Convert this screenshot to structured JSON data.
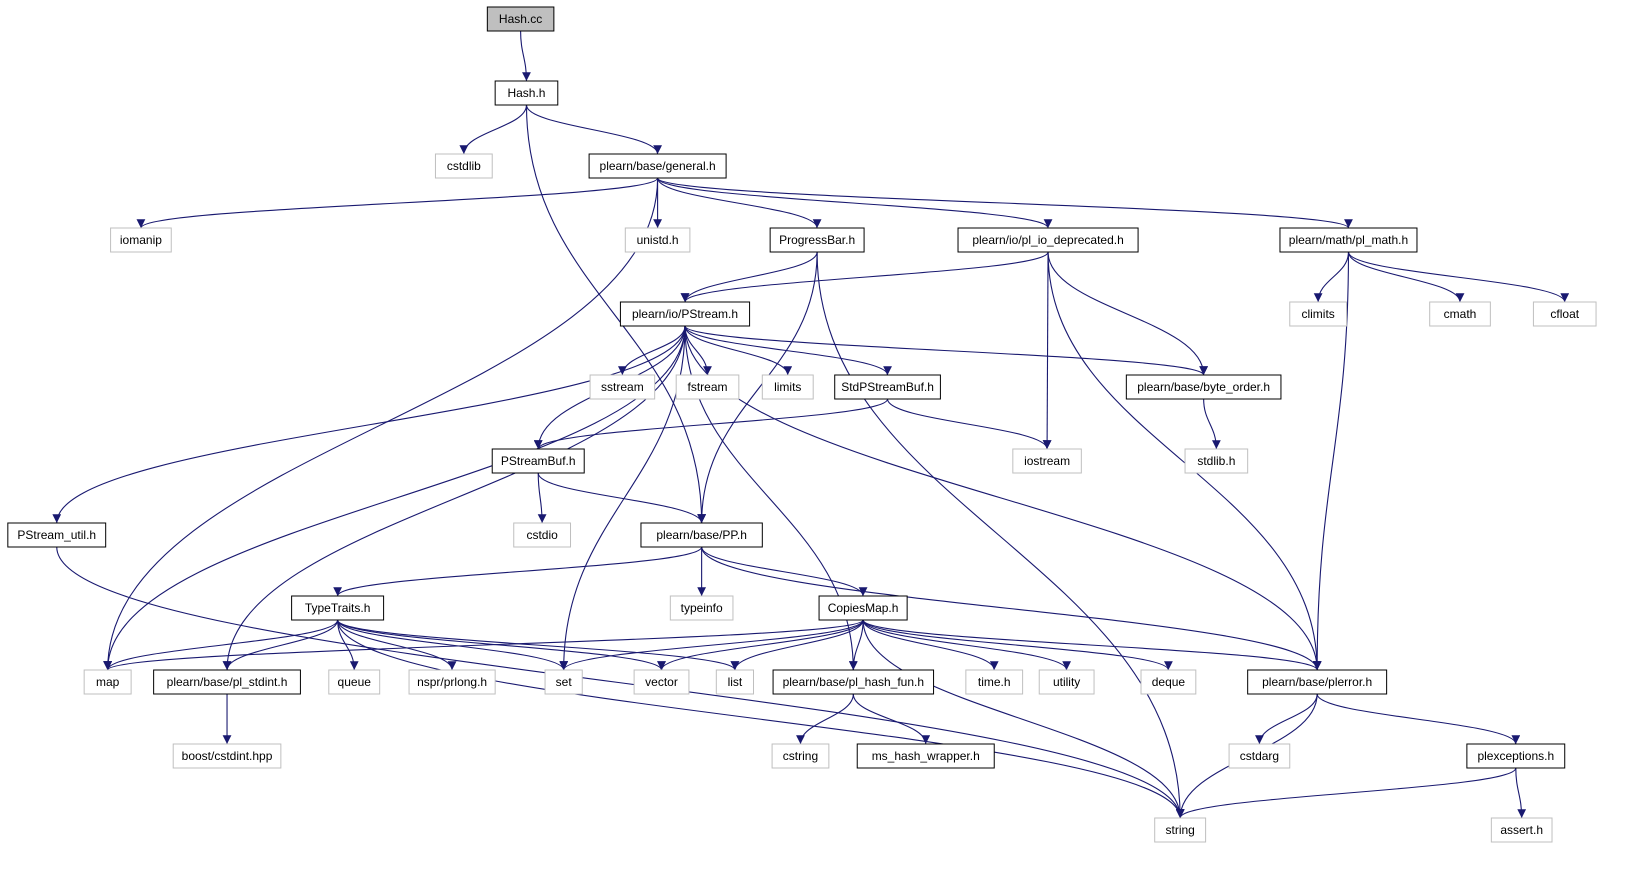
{
  "colors": {
    "edge": "#191970",
    "local_border": "#000000",
    "system_border": "#bfbfbf",
    "root_fill": "#bfbfbf"
  },
  "nodes": [
    {
      "id": "hash_cc",
      "label": "Hash.cc",
      "kind": "root"
    },
    {
      "id": "hash_h",
      "label": "Hash.h",
      "kind": "local"
    },
    {
      "id": "cstdlib",
      "label": "cstdlib",
      "kind": "system"
    },
    {
      "id": "general_h",
      "label": "plearn/base/general.h",
      "kind": "local"
    },
    {
      "id": "iomanip",
      "label": "iomanip",
      "kind": "system"
    },
    {
      "id": "unistd_h",
      "label": "unistd.h",
      "kind": "system"
    },
    {
      "id": "progressbar_h",
      "label": "ProgressBar.h",
      "kind": "local"
    },
    {
      "id": "pl_io_deprecated_h",
      "label": "plearn/io/pl_io_deprecated.h",
      "kind": "local"
    },
    {
      "id": "pl_math_h",
      "label": "plearn/math/pl_math.h",
      "kind": "local"
    },
    {
      "id": "pstream_h",
      "label": "plearn/io/PStream.h",
      "kind": "local"
    },
    {
      "id": "climits",
      "label": "climits",
      "kind": "system"
    },
    {
      "id": "cmath",
      "label": "cmath",
      "kind": "system"
    },
    {
      "id": "cfloat",
      "label": "cfloat",
      "kind": "system"
    },
    {
      "id": "sstream",
      "label": "sstream",
      "kind": "system"
    },
    {
      "id": "fstream",
      "label": "fstream",
      "kind": "system"
    },
    {
      "id": "limits",
      "label": "limits",
      "kind": "system"
    },
    {
      "id": "stdpstreambuf_h",
      "label": "StdPStreamBuf.h",
      "kind": "local"
    },
    {
      "id": "byte_order_h",
      "label": "plearn/base/byte_order.h",
      "kind": "local"
    },
    {
      "id": "stdlib_h",
      "label": "stdlib.h",
      "kind": "system"
    },
    {
      "id": "pstreambuf_h",
      "label": "PStreamBuf.h",
      "kind": "local"
    },
    {
      "id": "iostream",
      "label": "iostream",
      "kind": "system"
    },
    {
      "id": "cstdio",
      "label": "cstdio",
      "kind": "system"
    },
    {
      "id": "pp_h",
      "label": "plearn/base/PP.h",
      "kind": "local"
    },
    {
      "id": "pstream_util_h",
      "label": "PStream_util.h",
      "kind": "local"
    },
    {
      "id": "typetraits_h",
      "label": "TypeTraits.h",
      "kind": "local"
    },
    {
      "id": "typeinfo",
      "label": "typeinfo",
      "kind": "system"
    },
    {
      "id": "copiesmap_h",
      "label": "CopiesMap.h",
      "kind": "local"
    },
    {
      "id": "map",
      "label": "map",
      "kind": "system"
    },
    {
      "id": "pl_stdint_h",
      "label": "plearn/base/pl_stdint.h",
      "kind": "local"
    },
    {
      "id": "queue",
      "label": "queue",
      "kind": "system"
    },
    {
      "id": "prlong_h",
      "label": "nspr/prlong.h",
      "kind": "system"
    },
    {
      "id": "set",
      "label": "set",
      "kind": "system"
    },
    {
      "id": "vector",
      "label": "vector",
      "kind": "system"
    },
    {
      "id": "list",
      "label": "list",
      "kind": "system"
    },
    {
      "id": "pl_hash_fun_h",
      "label": "plearn/base/pl_hash_fun.h",
      "kind": "local"
    },
    {
      "id": "time_h",
      "label": "time.h",
      "kind": "system"
    },
    {
      "id": "utility",
      "label": "utility",
      "kind": "system"
    },
    {
      "id": "deque",
      "label": "deque",
      "kind": "system"
    },
    {
      "id": "plerror_h",
      "label": "plearn/base/plerror.h",
      "kind": "local"
    },
    {
      "id": "cstdint_hpp",
      "label": "boost/cstdint.hpp",
      "kind": "system"
    },
    {
      "id": "cstring",
      "label": "cstring",
      "kind": "system"
    },
    {
      "id": "ms_hash_wrapper_h",
      "label": "ms_hash_wrapper.h",
      "kind": "local"
    },
    {
      "id": "cstdarg",
      "label": "cstdarg",
      "kind": "system"
    },
    {
      "id": "plexceptions_h",
      "label": "plexceptions.h",
      "kind": "local"
    },
    {
      "id": "string",
      "label": "string",
      "kind": "system"
    },
    {
      "id": "assert_h",
      "label": "assert.h",
      "kind": "system"
    }
  ],
  "edges": [
    [
      "hash_cc",
      "hash_h"
    ],
    [
      "hash_h",
      "cstdlib"
    ],
    [
      "hash_h",
      "general_h"
    ],
    [
      "hash_h",
      "pp_h"
    ],
    [
      "general_h",
      "iomanip"
    ],
    [
      "general_h",
      "map"
    ],
    [
      "general_h",
      "unistd_h"
    ],
    [
      "general_h",
      "progressbar_h"
    ],
    [
      "general_h",
      "pl_io_deprecated_h"
    ],
    [
      "general_h",
      "pl_math_h"
    ],
    [
      "progressbar_h",
      "pstream_h"
    ],
    [
      "progressbar_h",
      "pp_h"
    ],
    [
      "progressbar_h",
      "string"
    ],
    [
      "pl_io_deprecated_h",
      "pstream_h"
    ],
    [
      "pl_io_deprecated_h",
      "iostream"
    ],
    [
      "pl_io_deprecated_h",
      "byte_order_h"
    ],
    [
      "pl_io_deprecated_h",
      "plerror_h"
    ],
    [
      "pl_math_h",
      "climits"
    ],
    [
      "pl_math_h",
      "cmath"
    ],
    [
      "pl_math_h",
      "cfloat"
    ],
    [
      "pl_math_h",
      "plerror_h"
    ],
    [
      "pstream_h",
      "pstream_util_h"
    ],
    [
      "pstream_h",
      "map"
    ],
    [
      "pstream_h",
      "pl_stdint_h"
    ],
    [
      "pstream_h",
      "set"
    ],
    [
      "pstream_h",
      "pl_hash_fun_h"
    ],
    [
      "pstream_h",
      "pstreambuf_h"
    ],
    [
      "pstream_h",
      "sstream"
    ],
    [
      "pstream_h",
      "fstream"
    ],
    [
      "pstream_h",
      "limits"
    ],
    [
      "pstream_h",
      "stdpstreambuf_h"
    ],
    [
      "pstream_h",
      "byte_order_h"
    ],
    [
      "pstream_h",
      "plerror_h"
    ],
    [
      "stdpstreambuf_h",
      "pstreambuf_h"
    ],
    [
      "stdpstreambuf_h",
      "iostream"
    ],
    [
      "byte_order_h",
      "stdlib_h"
    ],
    [
      "pstreambuf_h",
      "cstdio"
    ],
    [
      "pstreambuf_h",
      "pp_h"
    ],
    [
      "pp_h",
      "typetraits_h"
    ],
    [
      "pp_h",
      "typeinfo"
    ],
    [
      "pp_h",
      "copiesmap_h"
    ],
    [
      "pp_h",
      "plerror_h"
    ],
    [
      "pstream_util_h",
      "string"
    ],
    [
      "typetraits_h",
      "map"
    ],
    [
      "typetraits_h",
      "pl_stdint_h"
    ],
    [
      "typetraits_h",
      "queue"
    ],
    [
      "typetraits_h",
      "prlong_h"
    ],
    [
      "typetraits_h",
      "set"
    ],
    [
      "typetraits_h",
      "vector"
    ],
    [
      "typetraits_h",
      "list"
    ],
    [
      "typetraits_h",
      "string"
    ],
    [
      "copiesmap_h",
      "map"
    ],
    [
      "copiesmap_h",
      "set"
    ],
    [
      "copiesmap_h",
      "vector"
    ],
    [
      "copiesmap_h",
      "list"
    ],
    [
      "copiesmap_h",
      "pl_hash_fun_h"
    ],
    [
      "copiesmap_h",
      "time_h"
    ],
    [
      "copiesmap_h",
      "utility"
    ],
    [
      "copiesmap_h",
      "deque"
    ],
    [
      "copiesmap_h",
      "plerror_h"
    ],
    [
      "copiesmap_h",
      "string"
    ],
    [
      "pl_stdint_h",
      "cstdint_hpp"
    ],
    [
      "pl_hash_fun_h",
      "cstring"
    ],
    [
      "pl_hash_fun_h",
      "ms_hash_wrapper_h"
    ],
    [
      "plerror_h",
      "string"
    ],
    [
      "plerror_h",
      "cstdarg"
    ],
    [
      "plerror_h",
      "plexceptions_h"
    ],
    [
      "plexceptions_h",
      "string"
    ],
    [
      "plexceptions_h",
      "assert_h"
    ]
  ]
}
